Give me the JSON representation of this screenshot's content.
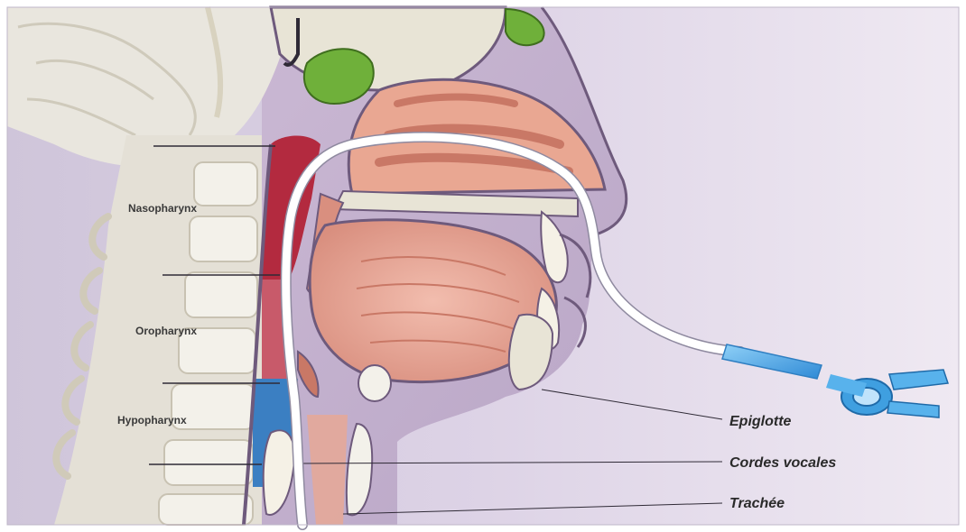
{
  "labels": {
    "left": [
      "Nasopharynx",
      "Oropharynx",
      "Hypopharynx"
    ],
    "right": [
      "Epiglotte",
      "Cordes vocales",
      "Trachée"
    ]
  },
  "colors": {
    "background": "#ddd3e6",
    "tube": "#ffffff",
    "connector": "#3f9fe0",
    "tongue": "#e9ad9c",
    "sinus": "#6fb03a",
    "pharynx_red": "#b32a3f",
    "pharynx_blue": "#3b7fc2"
  }
}
